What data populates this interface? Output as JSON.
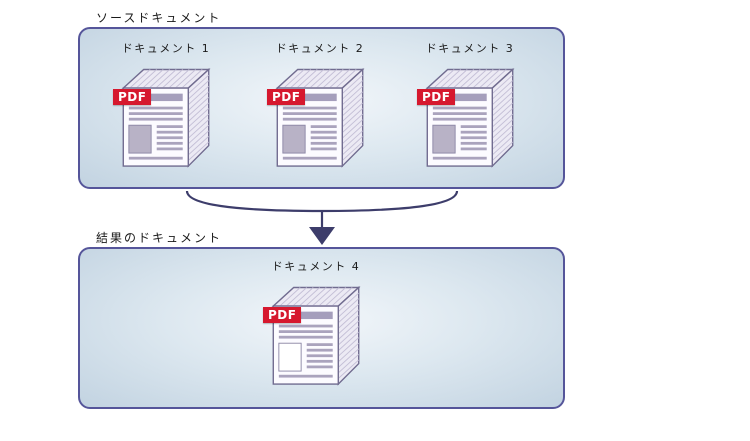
{
  "labels": {
    "source_section": "ソースドキュメント",
    "result_section": "結果のドキュメント",
    "pdf_badge": "PDF"
  },
  "source_documents": [
    {
      "label": "ドキュメント 1"
    },
    {
      "label": "ドキュメント 2"
    },
    {
      "label": "ドキュメント 3"
    }
  ],
  "result_document": {
    "label": "ドキュメント 4"
  },
  "colors": {
    "panel_border": "#55559a",
    "panel_fill_center": "#f2f6fa",
    "panel_fill_edge": "#c2d3e1",
    "pdf_red": "#d6182e",
    "arrow": "#3d3d6b",
    "doc_outline": "#716c90",
    "doc_content": "#a8a1bc"
  }
}
